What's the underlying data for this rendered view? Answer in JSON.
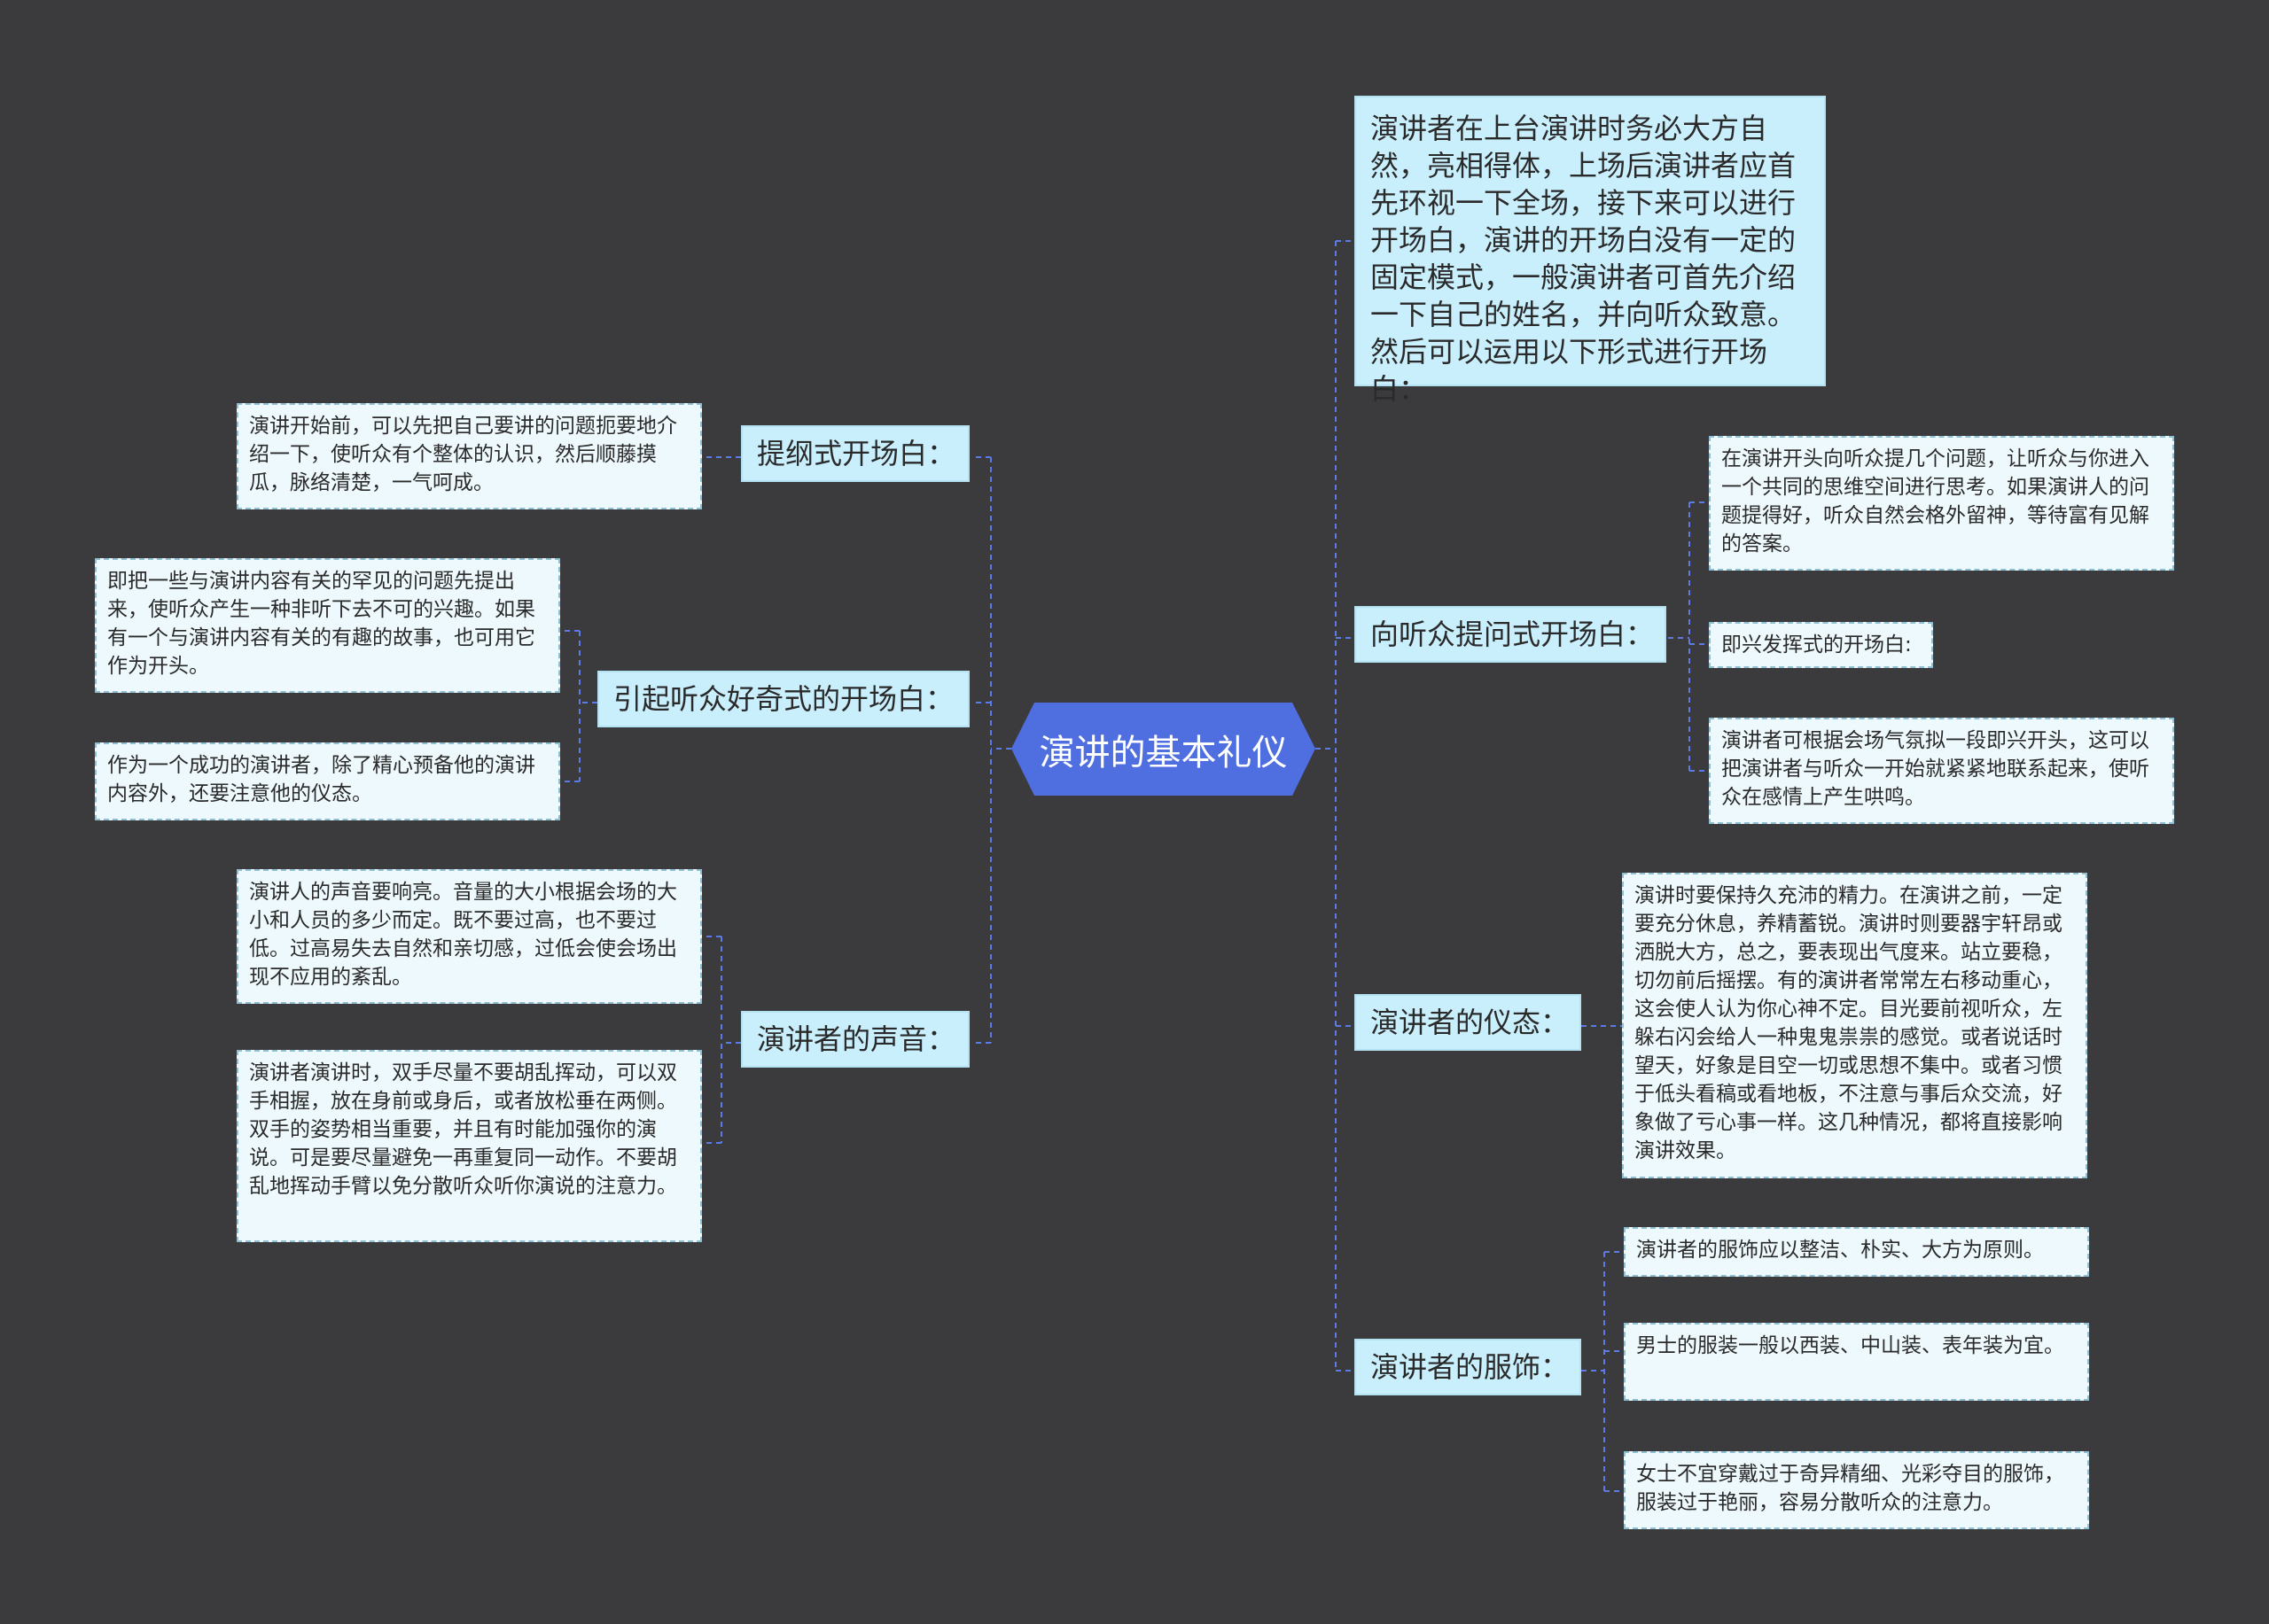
{
  "root": {
    "label": "演讲的基本礼仪"
  },
  "left": {
    "b1": {
      "label": "提纲式开场白：",
      "leaf1": "演讲开始前，可以先把自己要讲的问题扼要地介绍一下，使听众有个整体的认识，然后顺藤摸瓜，脉络清楚，一气呵成。"
    },
    "b2": {
      "label": "引起听众好奇式的开场白：",
      "leaf1": "即把一些与演讲内容有关的罕见的问题先提出来，使听众产生一种非听下去不可的兴趣。如果有一个与演讲内容有关的有趣的故事，也可用它作为开头。",
      "leaf2": "作为一个成功的演讲者，除了精心预备他的演讲内容外，还要注意他的仪态。"
    },
    "b3": {
      "label": "演讲者的声音：",
      "leaf1": "演讲人的声音要响亮。音量的大小根据会场的大小和人员的多少而定。既不要过高，也不要过低。过高易失去自然和亲切感，过低会使会场出现不应用的紊乱。",
      "leaf2": "演讲者演讲时，双手尽量不要胡乱挥动，可以双手相握，放在身前或身后，或者放松垂在两侧。双手的姿势相当重要，并且有时能加强你的演说。可是要尽量避免一再重复同一动作。不要胡乱地挥动手臂以免分散听众听你演说的注意力。"
    }
  },
  "right": {
    "r0": {
      "text": "演讲者在上台演讲时务必大方自然，亮相得体，上场后演讲者应首先环视一下全场，接下来可以进行开场白，演讲的开场白没有一定的固定模式，一般演讲者可首先介绍一下自己的姓名，并向听众致意。然后可以运用以下形式进行开场白："
    },
    "r1": {
      "label": "向听众提问式开场白：",
      "leaf1": "在演讲开头向听众提几个问题，让听众与你进入一个共同的思维空间进行思考。如果演讲人的问题提得好，听众自然会格外留神，等待富有见解的答案。",
      "leaf2": "即兴发挥式的开场白:",
      "leaf3": "演讲者可根据会场气氛拟一段即兴开头，这可以把演讲者与听众一开始就紧紧地联系起来，使听众在感情上产生哄鸣。"
    },
    "r2": {
      "label": "演讲者的仪态：",
      "leaf1": "演讲时要保持久充沛的精力。在演讲之前，一定要充分休息，养精蓄锐。演讲时则要器宇轩昂或洒脱大方，总之，要表现出气度来。站立要稳，切勿前后摇摆。有的演讲者常常左右移动重心，这会使人认为你心神不定。目光要前视听众，左躲右闪会给人一种鬼鬼祟祟的感觉。或者说话时望天，好象是目空一切或思想不集中。或者习惯于低头看稿或看地板，不注意与事后众交流，好象做了亏心事一样。这几种情况，都将直接影响演讲效果。"
    },
    "r3": {
      "label": "演讲者的服饰：",
      "leaf1": "演讲者的服饰应以整洁、朴实、大方为原则。",
      "leaf2": "男士的服装一般以西装、中山装、表年装为宜。",
      "leaf3": "女士不宜穿戴过于奇异精细、光彩夺目的服饰，服装过于艳丽，容易分散听众的注意力。"
    }
  },
  "colors": {
    "background": "#3b3a3d",
    "root": "#4f6ee0",
    "branch": "#c9eefc",
    "leaf": "#eef9fd",
    "connector": "#5b7be6"
  }
}
